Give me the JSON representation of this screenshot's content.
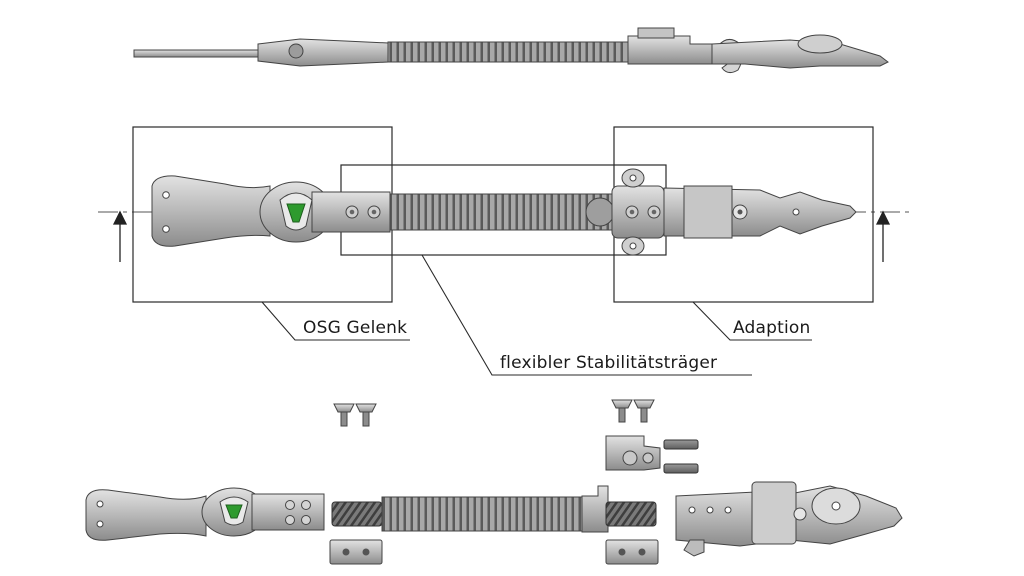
{
  "labels": {
    "osg_gelenk": "OSG Gelenk",
    "adaption": "Adaption",
    "stabilitaetstraeger": "flexibler Stabilitätsträger"
  },
  "colors": {
    "line": "#3a3a3a",
    "metal_dark": "#8a8a8a",
    "metal_mid": "#b4b4b4",
    "metal_light": "#d6d6d6",
    "spring": "#6c6c6c",
    "accent_green": "#2e9a2e",
    "background": "#ffffff"
  }
}
